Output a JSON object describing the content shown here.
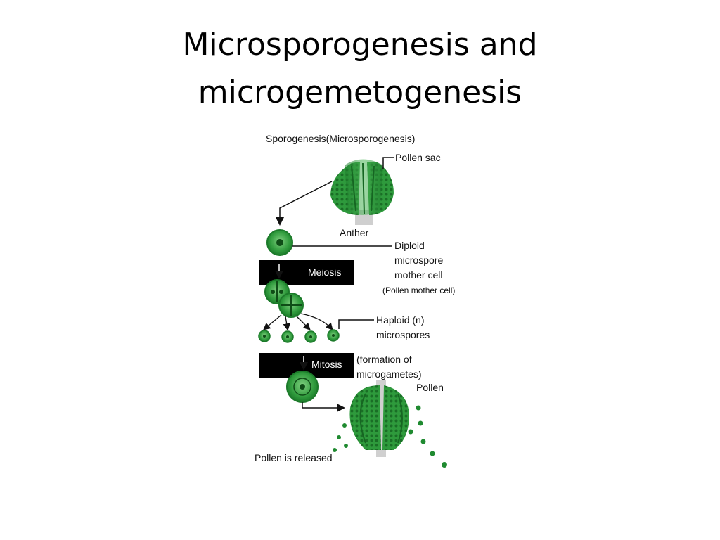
{
  "slide": {
    "title_line_1": "Microsporogenesis and",
    "title_line_2": "microgemetogenesis"
  },
  "diagram": {
    "heading": "Sporogenesis(Microsporogenesis)",
    "labels": {
      "pollen_sac": "Pollen sac",
      "anther": "Anther",
      "diploid_1": "Diploid",
      "diploid_2": "microspore",
      "diploid_3": "mother cell",
      "diploid_4": "(Pollen mother cell)",
      "meiosis": "Meiosis",
      "haploid_1": "Haploid (n)",
      "haploid_2": "microspores",
      "mitosis": "Mitosis",
      "formation_1": "(formation of",
      "formation_2": "microgametes)",
      "pollen": "Pollen",
      "pollen_released": "Pollen is released"
    },
    "colors": {
      "green_dark": "#1c7a2a",
      "green_mid": "#3ea84a",
      "green_light": "#7fd07f",
      "bar": "#000000",
      "stalk": "#c9c9c9"
    }
  }
}
